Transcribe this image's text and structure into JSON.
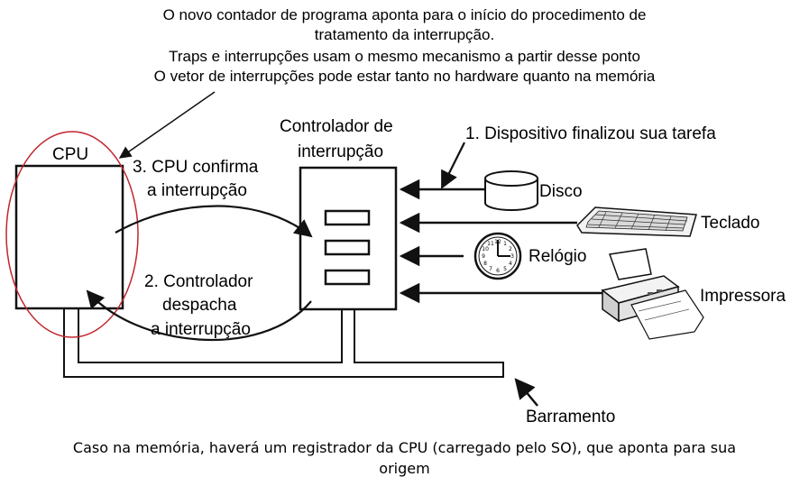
{
  "notes": {
    "line1": "O novo contador de programa aponta para o início do procedimento de",
    "line2": "tratamento da interrupção.",
    "line3": "Traps e interrupções usam o mesmo mecanismo a partir desse ponto",
    "line4": "O vetor de interrupções pode estar tanto no hardware quanto na memória"
  },
  "labels": {
    "cpu": "CPU",
    "controller_line1": "Controlador de",
    "controller_line2": "interrupção",
    "step1": "1. Dispositivo finalizou sua tarefa",
    "step3_line1": "3. CPU confirma",
    "step3_line2": "a interrupção",
    "step2_line1": "2. Controlador",
    "step2_line2": "despacha",
    "step2_line3": "a interrupção",
    "disk": "Disco",
    "keyboard": "Teclado",
    "clock": "Relógio",
    "printer": "Impressora",
    "bus": "Barramento"
  },
  "clock_numerals": [
    "12",
    "1",
    "2",
    "3",
    "4",
    "5",
    "6",
    "7",
    "8",
    "9",
    "10",
    "11"
  ],
  "caption": {
    "line1": "Caso na memória, haverá um registrador da CPU (carregado pelo SO), que aponta para sua",
    "line2": "origem"
  },
  "colors": {
    "highlight": "#c0272d",
    "ink": "#111111",
    "bus_fill": "#ffffff"
  }
}
